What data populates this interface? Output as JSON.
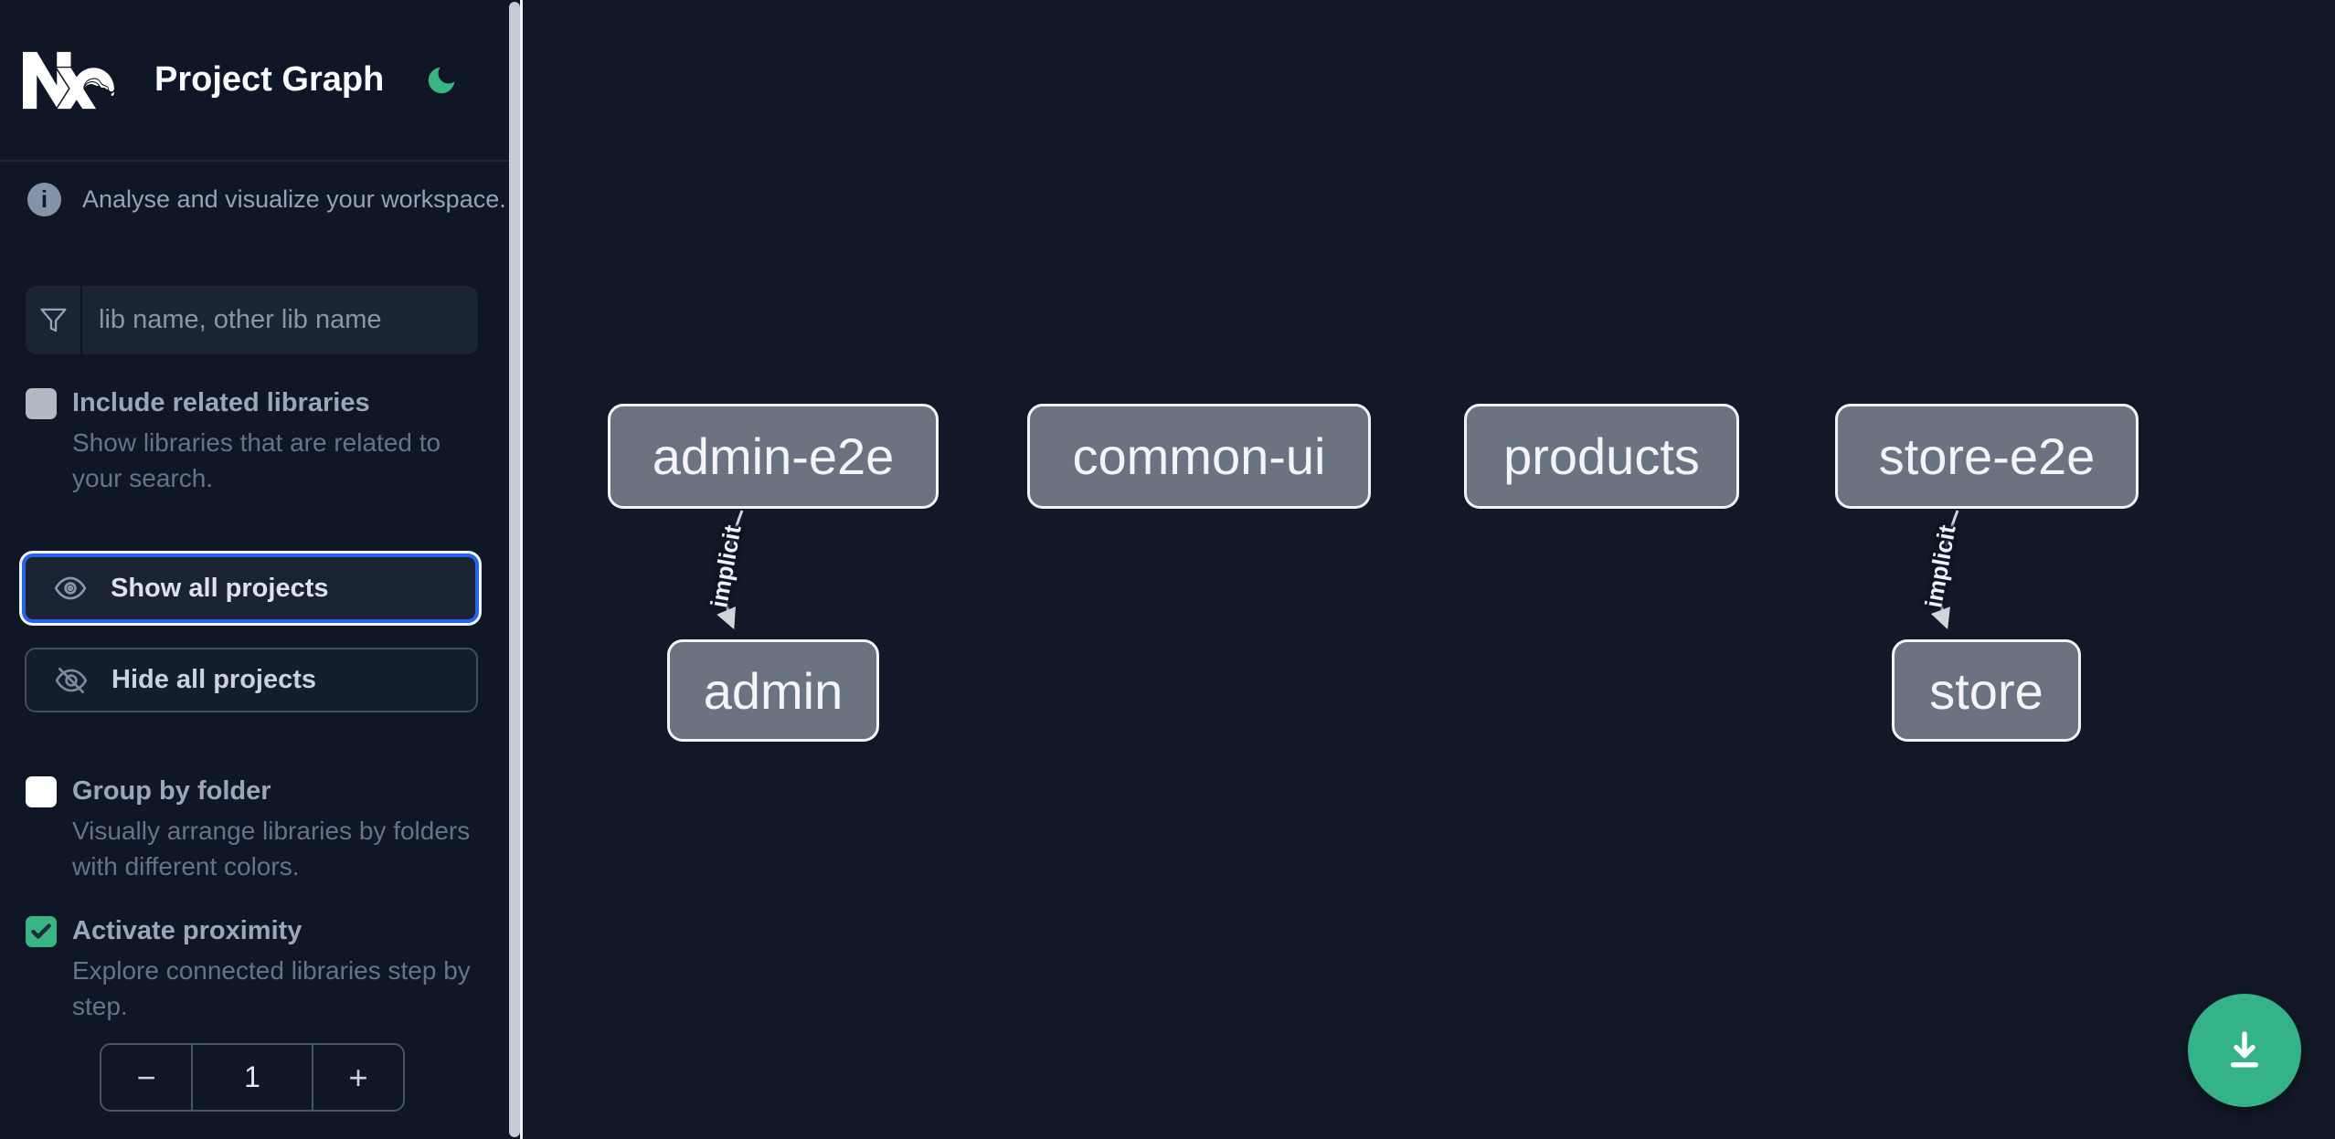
{
  "header": {
    "app_name": "Nx",
    "title": "Project Graph"
  },
  "sidebar": {
    "tagline": "Analyse and visualize your workspace.",
    "search": {
      "placeholder": "lib name, other lib name",
      "value": ""
    },
    "include_related": {
      "label": "Include related libraries",
      "description": "Show libraries that are related to your search.",
      "checked": false
    },
    "show_all": {
      "label": "Show all projects",
      "focused": true
    },
    "hide_all": {
      "label": "Hide all projects"
    },
    "group_by_folder": {
      "label": "Group by folder",
      "description": "Visually arrange libraries by folders with different colors.",
      "checked": false
    },
    "activate_proximity": {
      "label": "Activate proximity",
      "description": "Explore connected libraries step by step.",
      "checked": true
    },
    "proximity_stepper": {
      "decrement": "−",
      "value": "1",
      "increment": "+"
    }
  },
  "graph": {
    "nodes": [
      {
        "label": "admin-e2e"
      },
      {
        "label": "common-ui"
      },
      {
        "label": "products"
      },
      {
        "label": "store-e2e"
      },
      {
        "label": "admin"
      },
      {
        "label": "store"
      }
    ],
    "edges": [
      {
        "source": "admin-e2e",
        "target": "admin",
        "label": "implicit"
      },
      {
        "source": "store-e2e",
        "target": "store",
        "label": "implicit"
      }
    ]
  },
  "colors": {
    "accent_green": "#34b389",
    "focus_blue": "#2563eb",
    "node_fill": "#6b7280",
    "background": "#101828"
  }
}
